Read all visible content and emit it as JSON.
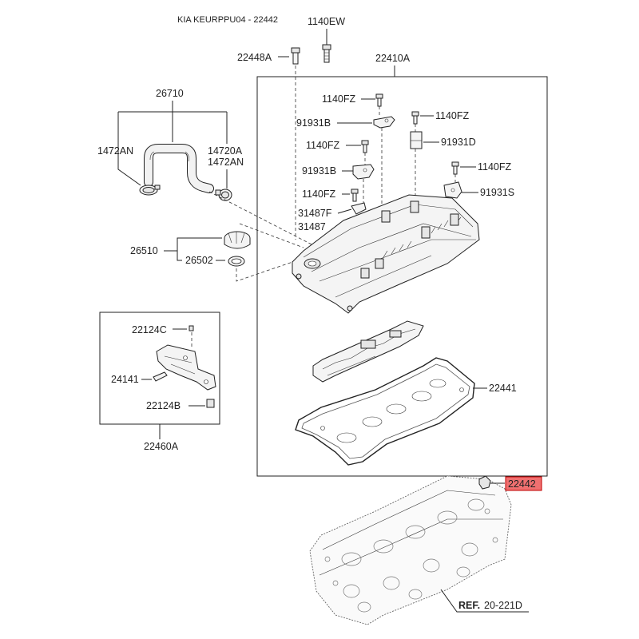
{
  "title": "KIA KEURPPU04 - 22442",
  "labels": {
    "p1140EW": "1140EW",
    "p22448A": "22448A",
    "p22410A": "22410A",
    "p26710": "26710",
    "p1472AN_left": "1472AN",
    "p14720A": "14720A",
    "p1472AN_right": "1472AN",
    "p1140FZ_1": "1140FZ",
    "p1140FZ_2": "1140FZ",
    "p1140FZ_3": "1140FZ",
    "p1140FZ_4": "1140FZ",
    "p1140FZ_5": "1140FZ",
    "p91931B_1": "91931B",
    "p91931D": "91931D",
    "p91931B_2": "91931B",
    "p91931S": "91931S",
    "p31487F": "31487F",
    "p31487": "31487",
    "p26510": "26510",
    "p26502": "26502",
    "p22124C": "22124C",
    "p24141": "24141",
    "p22124B": "22124B",
    "p22460A": "22460A",
    "p22441": "22441",
    "p22442": "22442",
    "ref_prefix": "REF.",
    "ref_value": "20-221D"
  },
  "colors": {
    "highlight_fill": "#f07070",
    "highlight_border": "#c00000",
    "line": "#222222"
  }
}
